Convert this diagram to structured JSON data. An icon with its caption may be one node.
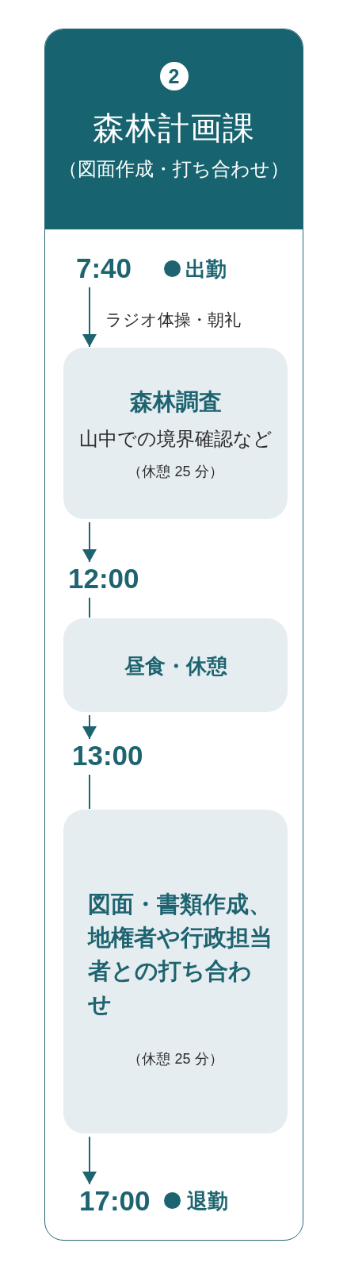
{
  "diagram": {
    "nodes": [
      {
        "text": [
          "2",
          "森林計画課",
          "（図面作成・打ち合わせ）"
        ]
      },
      {
        "text": [
          "7:40"
        ],
        "beside": [
          "出勤"
        ],
        "in": 0
      },
      {
        "text": [
          "森林調査",
          "山中での境界確認など",
          "（休憩 25 分）"
        ],
        "in": 0
      },
      {
        "text": [
          "12:00"
        ],
        "in": 0
      },
      {
        "text": [
          "昼食・休憩"
        ],
        "in": 0
      },
      {
        "text": [
          "13:00"
        ],
        "in": 0
      },
      {
        "text": [
          "図面・書類作成、地権者や行政担当者との打ち合わせ",
          "（休憩 25 分）"
        ],
        "in": 0
      },
      {
        "text": [
          "17:00"
        ],
        "beside": [
          "退勤"
        ],
        "in": 0
      }
    ],
    "edges": [
      {
        "from": 1,
        "to": 2,
        "arrow": "to",
        "label": "ラジオ体操・朝礼"
      },
      {
        "from": 2,
        "to": 3,
        "arrow": "to"
      },
      {
        "from": 3,
        "to": 4,
        "arrow": "none"
      },
      {
        "from": 4,
        "to": 5,
        "arrow": "to"
      },
      {
        "from": 5,
        "to": 6,
        "arrow": "none"
      },
      {
        "from": 6,
        "to": 7,
        "arrow": "to"
      }
    ]
  }
}
